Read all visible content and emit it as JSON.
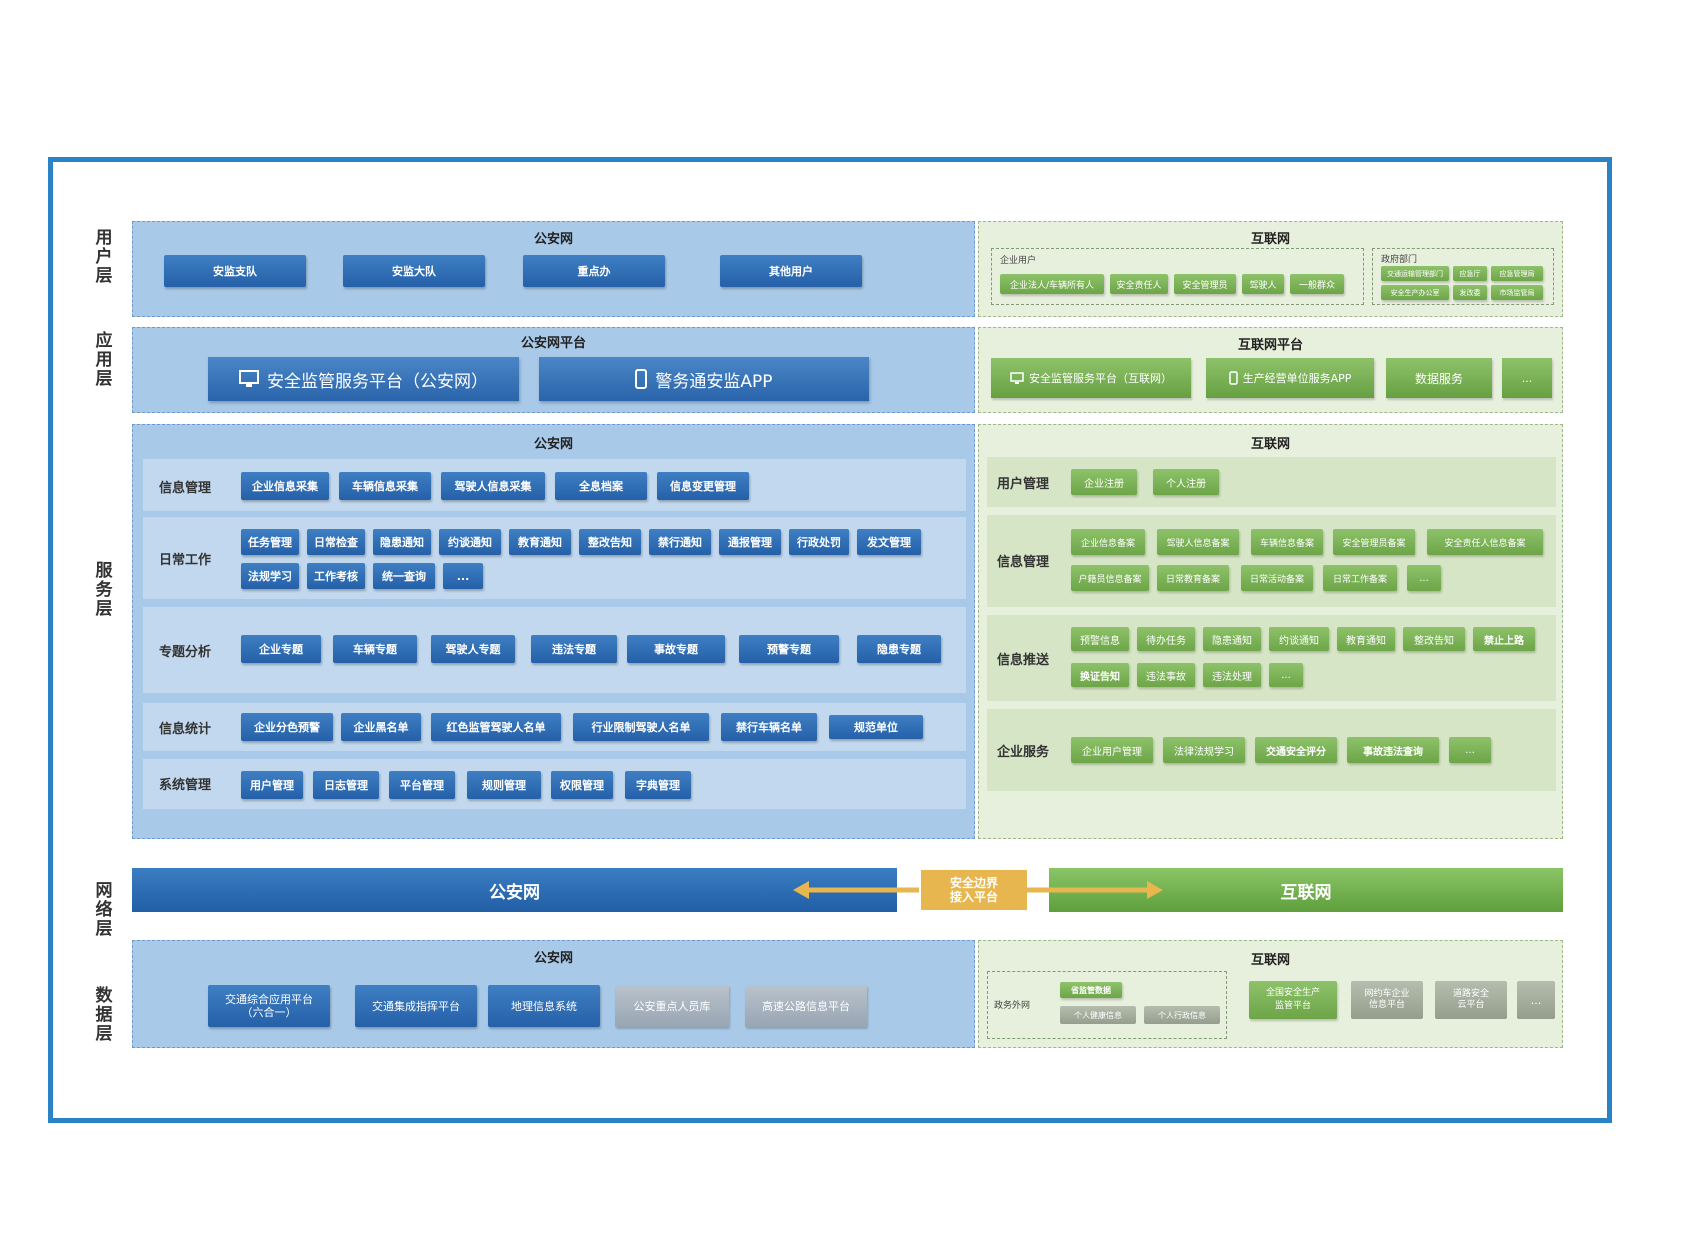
{
  "layers": {
    "user": "用户层",
    "app": "应用层",
    "service": "服务层",
    "network": "网络层",
    "data": "数据层"
  },
  "user_layer": {
    "left": {
      "title": "公安网",
      "items": [
        "安监支队",
        "安监大队",
        "重点办",
        "其他用户"
      ]
    },
    "right": {
      "title": "互联网",
      "enterprise_group": {
        "label": "企业用户",
        "items": [
          "企业法人/车辆所有人",
          "安全责任人",
          "安全管理员",
          "驾驶人",
          "一般群众"
        ]
      },
      "gov_group": {
        "label": "政府部门",
        "items": [
          "交通运输管理部门",
          "应急厅",
          "应急管理局",
          "安全生产办公室",
          "发改委",
          "市场监管局"
        ]
      }
    }
  },
  "app_layer": {
    "left": {
      "title": "公安网平台",
      "items": [
        "安全监管服务平台（公安网）",
        "警务通安监APP"
      ],
      "icons": [
        "monitor-icon",
        "phone-icon"
      ]
    },
    "right": {
      "title": "互联网平台",
      "items": [
        "安全监管服务平台（互联网）",
        "生产经营单位服务APP",
        "数据服务",
        "..."
      ],
      "icons": [
        "monitor-icon",
        "phone-icon"
      ]
    }
  },
  "service_layer": {
    "left": {
      "title": "公安网",
      "rows": [
        {
          "label": "信息管理",
          "items": [
            "企业信息采集",
            "车辆信息采集",
            "驾驶人信息采集",
            "全息档案",
            "信息变更管理"
          ]
        },
        {
          "label": "日常工作",
          "items": [
            "任务管理",
            "日常检查",
            "隐患通知",
            "约谈通知",
            "教育通知",
            "整改告知",
            "禁行通知",
            "通报管理",
            "行政处罚",
            "发文管理",
            "法规学习",
            "工作考核",
            "统一查询",
            "..."
          ]
        },
        {
          "label": "专题分析",
          "items": [
            "企业专题",
            "车辆专题",
            "驾驶人专题",
            "违法专题",
            "事故专题",
            "预警专题",
            "隐患专题"
          ]
        },
        {
          "label": "信息统计",
          "items": [
            "企业分色预警",
            "企业黑名单",
            "红色监管驾驶人名单",
            "行业限制驾驶人名单",
            "禁行车辆名单",
            "规范单位"
          ]
        },
        {
          "label": "系统管理",
          "items": [
            "用户管理",
            "日志管理",
            "平台管理",
            "规则管理",
            "权限管理",
            "字典管理"
          ]
        }
      ]
    },
    "right": {
      "title": "互联网",
      "rows": [
        {
          "label": "用户管理",
          "items": [
            "企业注册",
            "个人注册"
          ]
        },
        {
          "label": "信息管理",
          "items": [
            "企业信息备案",
            "驾驶人信息备案",
            "车辆信息备案",
            "安全管理员备案",
            "安全责任人信息备案",
            "户籍员信息备案",
            "日常教育备案",
            "日常活动备案",
            "日常工作备案",
            "..."
          ]
        },
        {
          "label": "信息推送",
          "items": [
            "预警信息",
            "待办任务",
            "隐患通知",
            "约谈通知",
            "教育通知",
            "整改告知",
            "禁止上路",
            "换证告知",
            "违法事故",
            "违法处理",
            "..."
          ]
        },
        {
          "label": "企业服务",
          "items": [
            "企业用户管理",
            "法律法规学习",
            "交通安全评分",
            "事故违法查询",
            "..."
          ]
        }
      ]
    }
  },
  "network_layer": {
    "left": "公安网",
    "gate_line1": "安全边界",
    "gate_line2": "接入平台",
    "right": "互联网"
  },
  "data_layer": {
    "left": {
      "title": "公安网",
      "items": [
        "交通综合应用平台\n（六合一）",
        "交通集成指挥平台",
        "地理信息系统",
        "公安重点人员库",
        "高速公路信息平台"
      ]
    },
    "right": {
      "title": "互联网",
      "gov_net_label": "政务外网",
      "gov_items": [
        "省监管数据",
        "个人健康信息",
        "个人行政信息"
      ],
      "items": [
        "全国安全生产\n监管平台",
        "网约车企业\n信息平台",
        "道路安全\n云平台",
        "..."
      ]
    }
  },
  "colors": {
    "frame": "#2a83c4",
    "blue_panel": "#a9c9e8",
    "green_panel": "#e7f0dc",
    "gate": "#e7b64f"
  }
}
